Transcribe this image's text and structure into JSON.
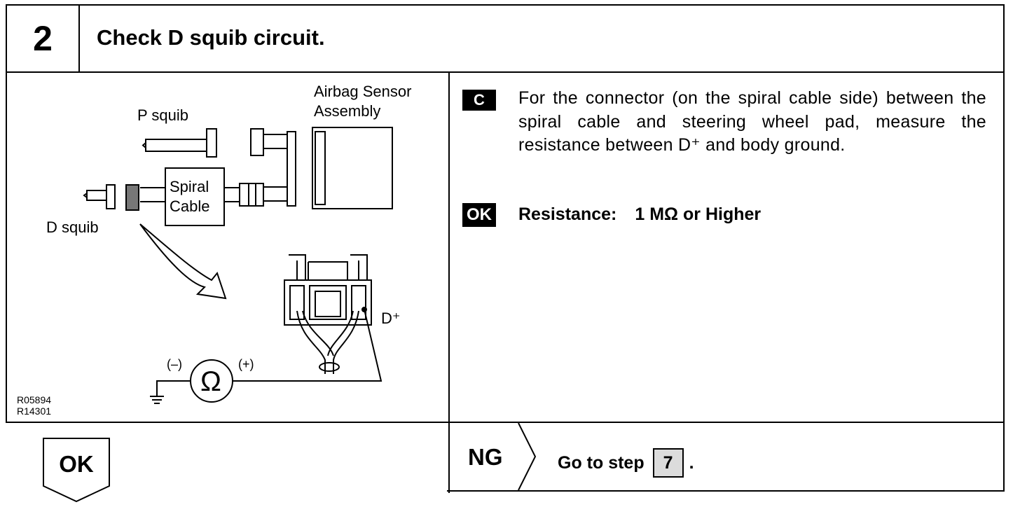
{
  "header": {
    "step_number": "2",
    "title": "Check D squib circuit."
  },
  "diagram": {
    "labels": {
      "p_squib": "P squib",
      "airbag_line1": "Airbag Sensor",
      "airbag_line2": "Assembly",
      "spiral_line1": "Spiral",
      "spiral_line2": "Cable",
      "d_squib": "D squib",
      "d_plus": "D⁺",
      "minus": "(–)",
      "plus": "(+)",
      "ohm": "Ω",
      "code1": "R05894",
      "code2": "R14301"
    }
  },
  "instruction": {
    "c_badge": "C",
    "text": "For the connector (on the spiral cable side) between the spiral cable and steering wheel pad, measure the resistance between D⁺ and body ground.",
    "ok_badge": "OK",
    "resistance_label": "Resistance:",
    "resistance_value": "1 MΩ or Higher"
  },
  "ok_result": {
    "label": "OK"
  },
  "ng_result": {
    "label": "NG",
    "text": "Go to step",
    "step": "7",
    "period": "."
  }
}
